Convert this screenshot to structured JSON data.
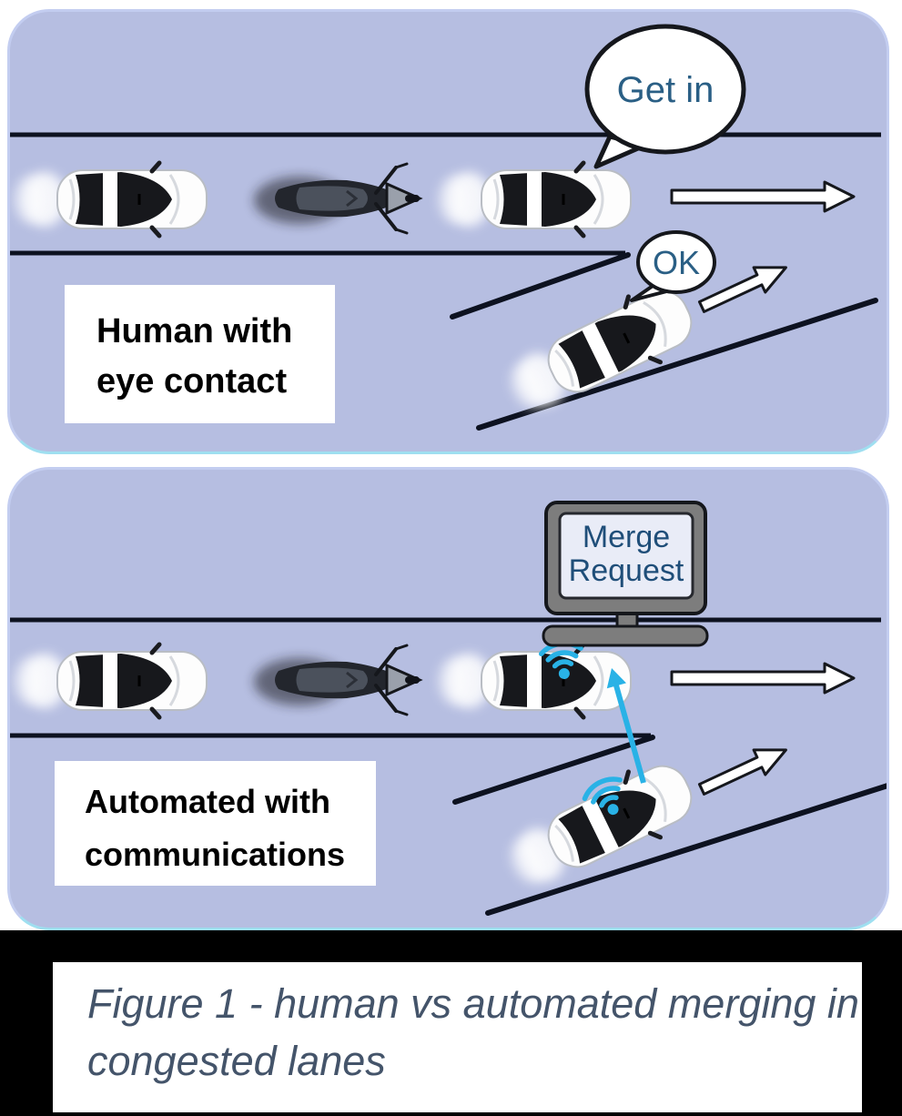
{
  "panels": {
    "human": {
      "label_line1": "Human with",
      "label_line2": "eye contact",
      "bubble_lead": "Get in",
      "bubble_merge": "OK"
    },
    "automated": {
      "label_line1": "Automated with",
      "label_line2": "communications",
      "monitor_line1": "Merge",
      "monitor_line2": "Request"
    }
  },
  "caption": {
    "line1": "Figure 1 - human vs automated merging in",
    "line2": "congested lanes"
  },
  "colors": {
    "panel_bg": "#b6bee1",
    "lane_line": "#0d1220",
    "bubble_text": "#2a5f85",
    "monitor_text": "#1f4e79",
    "monitor_frame": "#7d7d7d",
    "monitor_screen": "#e9ecf7",
    "wifi_cyan": "#29b2e6",
    "caption_text": "#44546a",
    "label_text": "#000000",
    "arrow_fill": "#ffffff"
  }
}
